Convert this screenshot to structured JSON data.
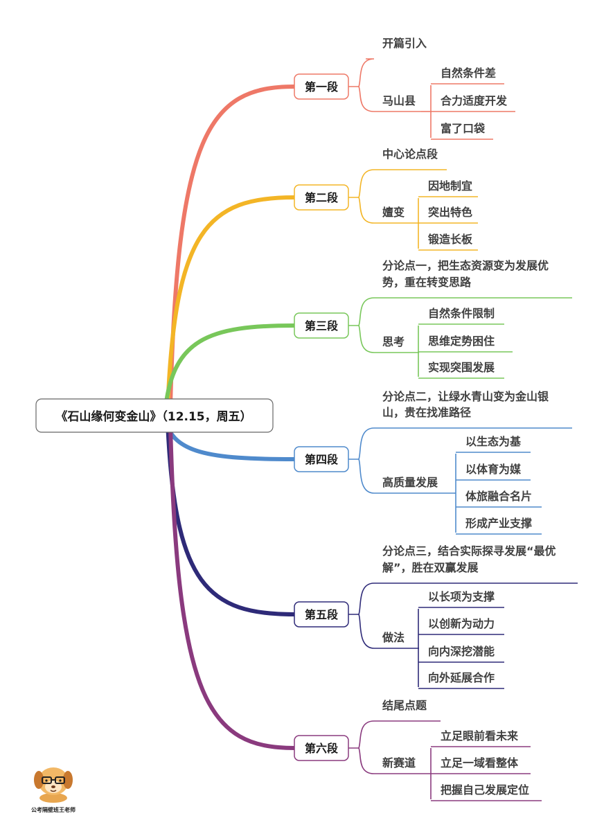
{
  "root": "《石山缘何变金山》（12.15，周五）",
  "watermark": "公考隔壁班王老师",
  "sections": [
    {
      "label": "第一段",
      "color": "#ee7867",
      "intro": [
        "开篇引入"
      ],
      "group": "马山县",
      "items": [
        "自然条件差",
        "合力适度开发",
        "富了口袋"
      ]
    },
    {
      "label": "第二段",
      "color": "#f3b526",
      "intro": [
        "中心论点段"
      ],
      "group": "嬗变",
      "items": [
        "因地制宜",
        "突出特色",
        "锻造长板"
      ]
    },
    {
      "label": "第三段",
      "color": "#78c75a",
      "intro": [
        "分论点一，把生态资源变为发展优",
        "势，重在转变思路"
      ],
      "group": "思考",
      "items": [
        "自然条件限制",
        "思维定势困住",
        "实现突围发展"
      ]
    },
    {
      "label": "第四段",
      "color": "#4f8acc",
      "intro": [
        "分论点二，让绿水青山变为金山银",
        "山，贵在找准路径"
      ],
      "group": "高质量发展",
      "items": [
        "以生态为基",
        "以体育为媒",
        "体旅融合名片",
        "形成产业支撑"
      ]
    },
    {
      "label": "第五段",
      "color": "#2e2a78",
      "intro": [
        "分论点三，结合实际探寻发展“最优",
        "解”，胜在双赢发展"
      ],
      "group": "做法",
      "items": [
        "以长项为支撑",
        "以创新为动力",
        "向内深挖潜能",
        "向外延展合作"
      ]
    },
    {
      "label": "第六段",
      "color": "#8a3a7e",
      "intro": [
        "结尾点题"
      ],
      "group": "新赛道",
      "items": [
        "立足眼前看未来",
        "立足一域看整体",
        "把握自己发展定位"
      ]
    }
  ]
}
